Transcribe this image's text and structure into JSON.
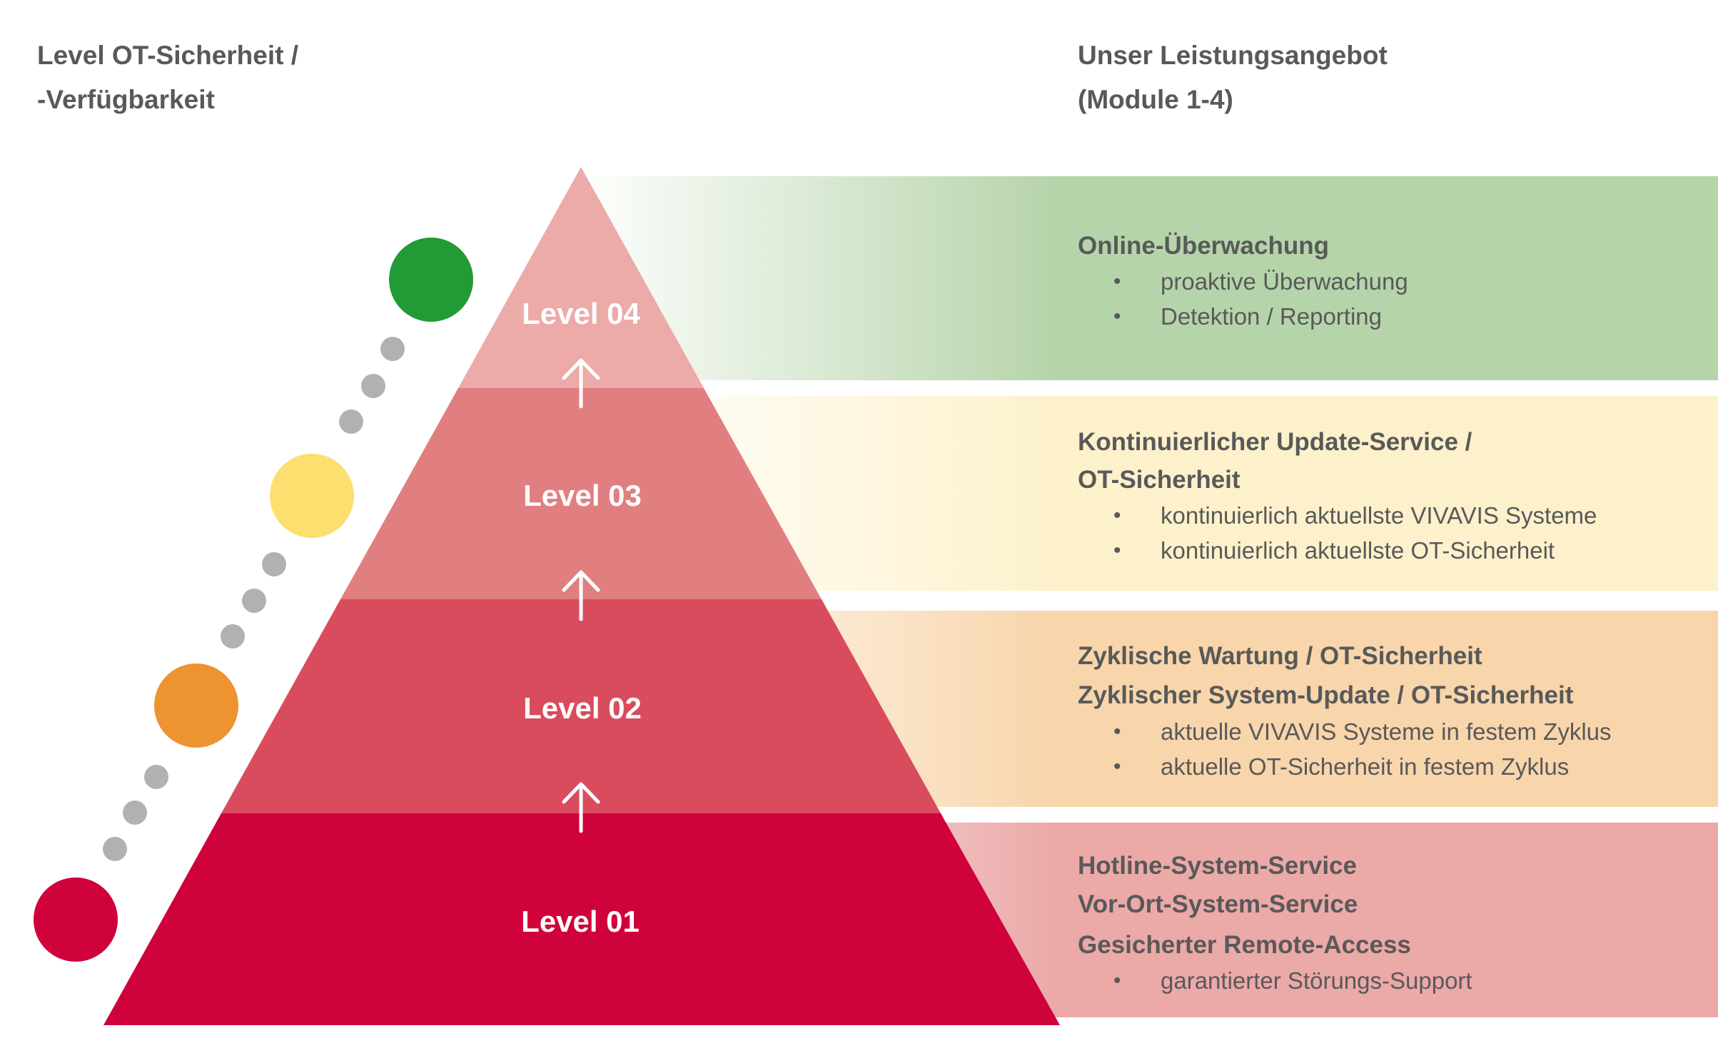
{
  "left_title": {
    "line1": "Level OT-Sicherheit /",
    "line2": "-Verfügbarkeit"
  },
  "right_title": {
    "line1": "Unser Leistungsangebot",
    "line2": "(Module 1-4)"
  },
  "levels": [
    {
      "label": "Level 04",
      "color": "#ecaaa9",
      "indicator_color": "#229a36"
    },
    {
      "label": "Level 03",
      "color": "#e17f80",
      "indicator_color": "#fcdf6f"
    },
    {
      "label": "Level 02",
      "color": "#d94c5d",
      "indicator_color": "#ed9430"
    },
    {
      "label": "Level 01",
      "color": "#cf023c",
      "indicator_color": "#cf023c"
    }
  ],
  "modules": [
    {
      "color": "#b6d4aa",
      "headings": [
        "Online-Überwachung"
      ],
      "bullets": [
        "proaktive Überwachung",
        "Detektion / Reporting"
      ]
    },
    {
      "color": "#fdf1cc",
      "headings": [
        "Kontinuierlicher Update-Service /",
        "OT-Sicherheit"
      ],
      "bullets": [
        "kontinuierlich aktuellste VIVAVIS Systeme",
        "kontinuierlich aktuellste OT-Sicherheit"
      ]
    },
    {
      "color": "#f8d5ab",
      "headings": [
        "Zyklische Wartung / OT-Sicherheit",
        "Zyklischer System-Update / OT-Sicherheit"
      ],
      "bullets": [
        "aktuelle VIVAVIS Systeme in festem Zyklus",
        "aktuelle OT-Sicherheit in festem Zyklus"
      ]
    },
    {
      "color": "#eba9a8",
      "headings": [
        "Hotline-System-Service",
        "Vor-Ort-System-Service",
        "Gesicherter Remote-Access"
      ],
      "bullets": [
        "garantierter Störungs-Support"
      ]
    }
  ],
  "dot_color": "#b1b1b1",
  "text_color": "#595959"
}
